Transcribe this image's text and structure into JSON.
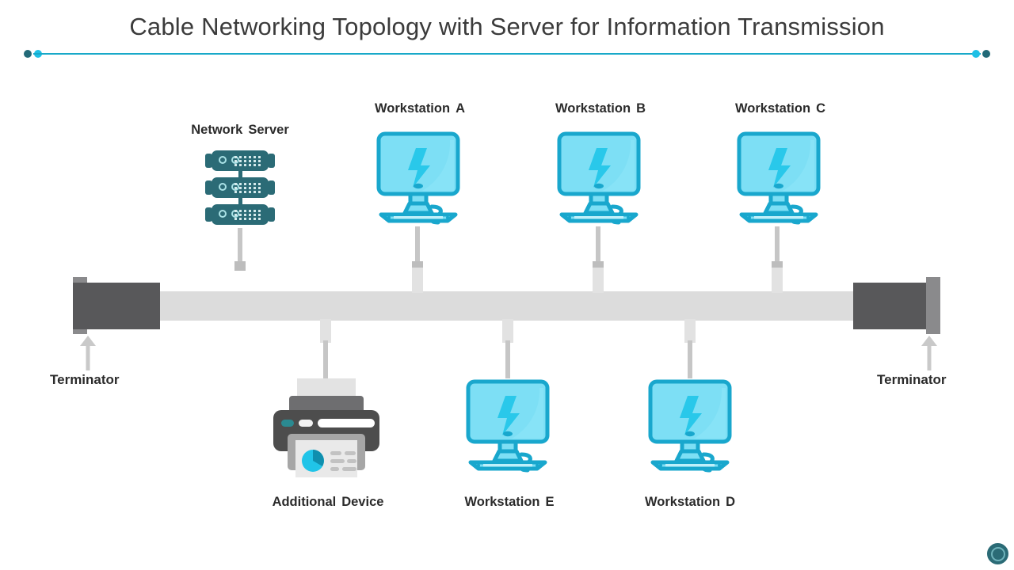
{
  "slide": {
    "title": "Cable Networking Topology with Server for Information Transmission",
    "background": "#ffffff"
  },
  "theme": {
    "accent_cyan": "#1ec0e6",
    "accent_dark_teal": "#226a78",
    "divider_line": "#18a9c9",
    "label_text": "#2b2b2b",
    "title_text": "#3b3b3b",
    "bus_bar": "#dcdcdc",
    "terminator_block": "#58585a",
    "terminator_cap": "#8a8a8c",
    "cable": "#c6c6c6",
    "screen_fill": "#7ddff5",
    "screen_outline": "#19a7cd",
    "bolt": "#29c8ea",
    "printer_body": "#4d4d4d"
  },
  "diagram": {
    "type": "bus-network-topology",
    "terminators": [
      {
        "label": "Terminator",
        "position": "left"
      },
      {
        "label": "Terminator",
        "position": "right"
      }
    ],
    "nodes_top": [
      {
        "label_first": "Network",
        "label_last": "Server",
        "icon": "server-icon"
      },
      {
        "label_first": "Workstation",
        "label_last": "A",
        "icon": "workstation-icon"
      },
      {
        "label_first": "Workstation",
        "label_last": "B",
        "icon": "workstation-icon"
      },
      {
        "label_first": "Workstation",
        "label_last": "C",
        "icon": "workstation-icon"
      }
    ],
    "nodes_bottom": [
      {
        "label_first": "Additional",
        "label_last": "Device",
        "icon": "printer-icon"
      },
      {
        "label_first": "Workstation",
        "label_last": "E",
        "icon": "workstation-icon"
      },
      {
        "label_first": "Workstation",
        "label_last": "D",
        "icon": "workstation-icon"
      }
    ]
  }
}
